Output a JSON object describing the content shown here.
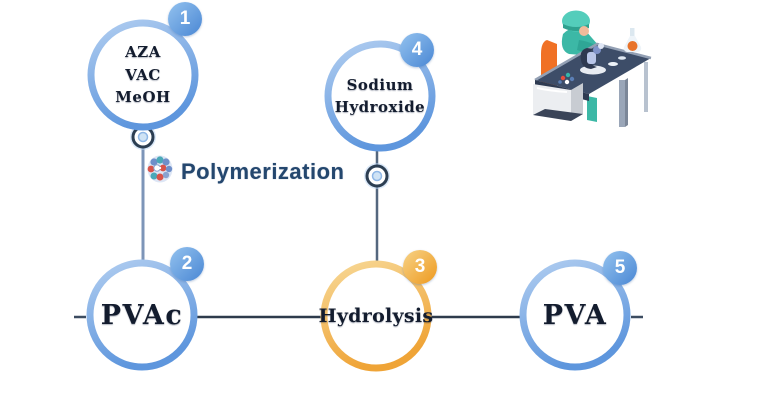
{
  "nodes": [
    {
      "number": "1",
      "label_lines": [
        "AZA",
        "VAC",
        "MeOH"
      ],
      "theme": "blue"
    },
    {
      "number": "2",
      "label_lines": [
        "PVAc"
      ],
      "theme": "blue"
    },
    {
      "number": "3",
      "label_lines": [
        "Hydrolysis"
      ],
      "theme": "orange"
    },
    {
      "number": "4",
      "label_lines": [
        "Sodium",
        "Hydroxide"
      ],
      "theme": "blue"
    },
    {
      "number": "5",
      "label_lines": [
        "PVA"
      ],
      "theme": "blue"
    }
  ],
  "process_label": {
    "text": "Polymerization",
    "icon": "polymer-molecule-icon"
  },
  "illustration": {
    "name": "scientist-at-lab-desk"
  },
  "colors": {
    "node_ring_blue": "#6d9fe2",
    "node_ring_orange": "#f2ab3c",
    "badge_blue": "#5590d8",
    "badge_orange": "#efa22e",
    "connector_line": "#2e3b4c",
    "vertical_line": "#7d95b8",
    "node_text": "#131c2e",
    "process_label_text": "#24476e",
    "background": "#ffffff"
  }
}
